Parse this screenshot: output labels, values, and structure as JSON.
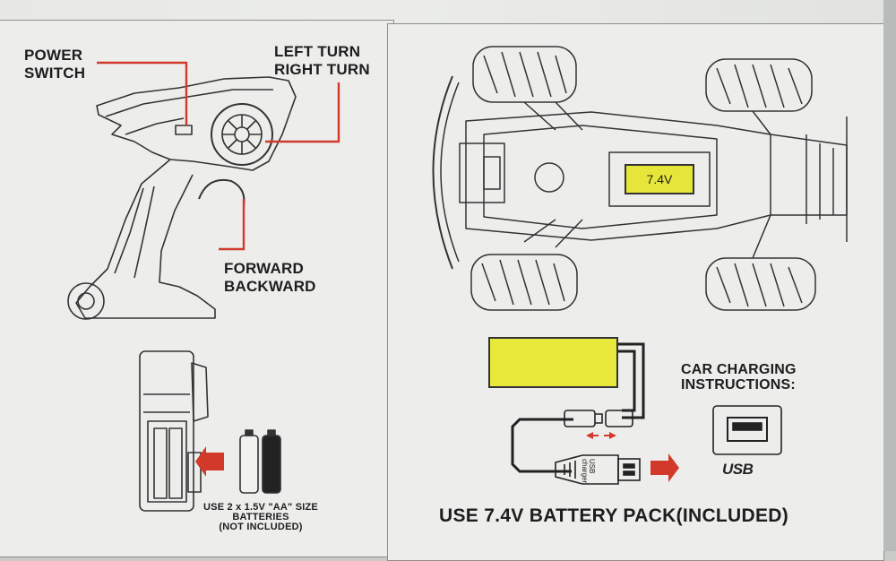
{
  "controller_labels": {
    "power_switch": [
      "POWER",
      "SWITCH"
    ],
    "turn": [
      "LEFT TURN",
      "RIGHT TURN"
    ],
    "throttle": [
      "FORWARD",
      "BACKWARD"
    ]
  },
  "battery_note": [
    "USE 2 x 1.5V \"AA\" SIZE",
    "BATTERIES",
    "(NOT INCLUDED)"
  ],
  "car_battery_label": "7.4V",
  "charging_title": [
    "CAR CHARGING",
    "INSTRUCTIONS:"
  ],
  "usb_plug_text": [
    "USB",
    "charger"
  ],
  "usb_logo": "USB",
  "footer": "USE 7.4V BATTERY PACK(INCLUDED)",
  "colors": {
    "accent_red": "#d2392b",
    "battery_yellow": "#e9e93b"
  },
  "icons": [
    "usb-port-icon",
    "battery-aa-icon",
    "arrow-left-icon",
    "arrow-right-icon"
  ]
}
